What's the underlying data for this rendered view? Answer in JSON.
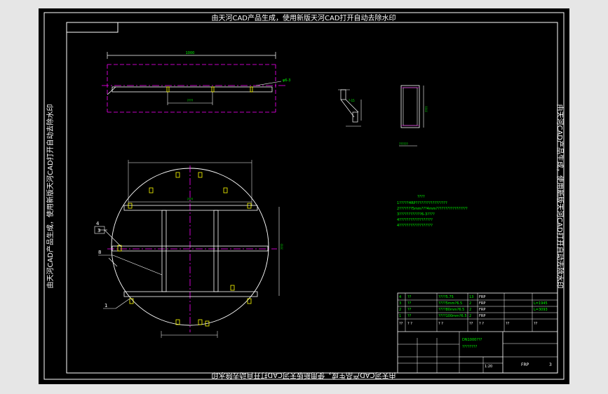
{
  "watermark": {
    "top": "由天河CAD产品生成，使用新版天河CAD打开自动去除水印",
    "bottom": "由天河CAD产品生成，使用新版天河CAD打开自动去除水印",
    "left": "由天河CAD产品生成，使用新版天河CAD打开自动去除水印",
    "right": "由天河CAD产品生成，使用新版天河CAD打开自动去除水印"
  },
  "leaders": [
    "4",
    "3",
    "8",
    "1"
  ],
  "notes": {
    "title": "????",
    "lines": [
      "1?????HRP?????????????????",
      "2???????5mm???4mm?????????????????",
      "3????????????6-3????",
      "4??????????????????",
      "4??????????????????"
    ]
  },
  "detail_label": "??????",
  "bom": {
    "rows": [
      [
        "4",
        "??",
        "????5.75",
        "13",
        "FRP",
        "",
        ""
      ],
      [
        "3",
        "??",
        "????5mm?6.5",
        "2",
        "FRP",
        "",
        "L=1945"
      ],
      [
        "2",
        "??",
        "????80mm?6.5",
        "2",
        "FRP",
        "",
        "L=3093"
      ],
      [
        "1",
        "??",
        "????100mm?6.5",
        "2",
        "FRP",
        "",
        ""
      ]
    ],
    "header": [
      "??",
      "?  ?",
      "?  ?",
      "??",
      "?  ?",
      "??",
      "??"
    ]
  },
  "title_block": {
    "drawing_no": "DN1000???",
    "drawing_name": "????????",
    "scale": "1:20",
    "material": "FRP",
    "sheet": "3"
  },
  "dimensions": {
    "top_width": "1000",
    "elbow_note": "φ6-3",
    "angle_note": "?-15",
    "circle_chord": "????",
    "circle_height": "????",
    "cross_beam": "????"
  }
}
